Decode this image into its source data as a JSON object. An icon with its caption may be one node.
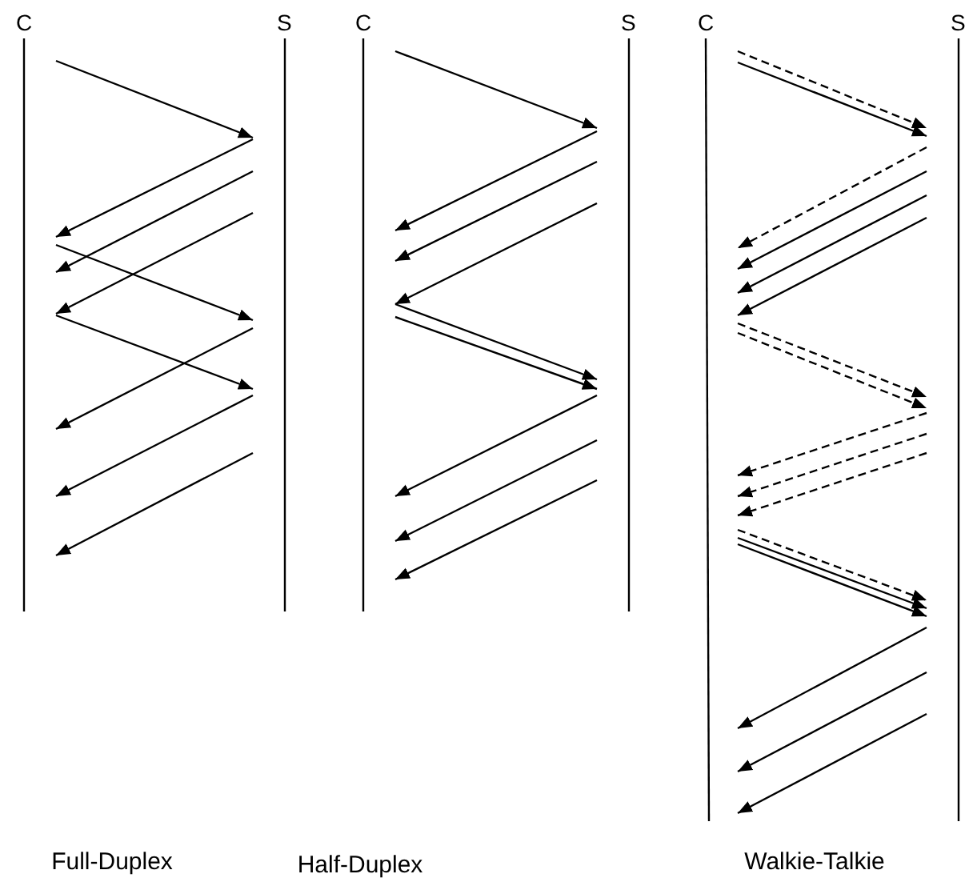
{
  "diagram": {
    "nodes": [
      {
        "text": [
          "C"
        ]
      },
      {
        "text": [
          "S"
        ]
      },
      {
        "text": [
          "C"
        ]
      },
      {
        "text": [
          "S"
        ]
      },
      {
        "text": [
          "C"
        ]
      },
      {
        "text": [
          "S"
        ]
      }
    ],
    "edges": [
      {
        "from": 0,
        "to": 1,
        "arrow": "to"
      },
      {
        "from": 1,
        "to": 0,
        "arrow": "to"
      },
      {
        "from": 1,
        "to": 0,
        "arrow": "to"
      },
      {
        "from": 1,
        "to": 0,
        "arrow": "to"
      },
      {
        "from": 0,
        "to": 1,
        "arrow": "to"
      },
      {
        "from": 0,
        "to": 1,
        "arrow": "to"
      },
      {
        "from": 1,
        "to": 0,
        "arrow": "to"
      },
      {
        "from": 1,
        "to": 0,
        "arrow": "to"
      },
      {
        "from": 1,
        "to": 0,
        "arrow": "to"
      },
      {
        "from": 2,
        "to": 3,
        "arrow": "to"
      },
      {
        "from": 3,
        "to": 2,
        "arrow": "to"
      },
      {
        "from": 3,
        "to": 2,
        "arrow": "to"
      },
      {
        "from": 3,
        "to": 2,
        "arrow": "to"
      },
      {
        "from": 2,
        "to": 3,
        "arrow": "to"
      },
      {
        "from": 2,
        "to": 3,
        "arrow": "to"
      },
      {
        "from": 3,
        "to": 2,
        "arrow": "to"
      },
      {
        "from": 3,
        "to": 2,
        "arrow": "to"
      },
      {
        "from": 3,
        "to": 2,
        "arrow": "to"
      },
      {
        "from": 4,
        "to": 5,
        "arrow": "to",
        "style": "dashed"
      },
      {
        "from": 4,
        "to": 5,
        "arrow": "to"
      },
      {
        "from": 5,
        "to": 4,
        "arrow": "to",
        "style": "dashed"
      },
      {
        "from": 5,
        "to": 4,
        "arrow": "to"
      },
      {
        "from": 5,
        "to": 4,
        "arrow": "to"
      },
      {
        "from": 5,
        "to": 4,
        "arrow": "to"
      },
      {
        "from": 4,
        "to": 5,
        "arrow": "to",
        "style": "dashed"
      },
      {
        "from": 4,
        "to": 5,
        "arrow": "to",
        "style": "dashed"
      },
      {
        "from": 5,
        "to": 4,
        "arrow": "to",
        "style": "dashed"
      },
      {
        "from": 5,
        "to": 4,
        "arrow": "to",
        "style": "dashed"
      },
      {
        "from": 5,
        "to": 4,
        "arrow": "to",
        "style": "dashed"
      },
      {
        "from": 4,
        "to": 5,
        "arrow": "to",
        "style": "dashed"
      },
      {
        "from": 4,
        "to": 5,
        "arrow": "to"
      },
      {
        "from": 4,
        "to": 5,
        "arrow": "to"
      },
      {
        "from": 5,
        "to": 4,
        "arrow": "to"
      },
      {
        "from": 5,
        "to": 4,
        "arrow": "to"
      },
      {
        "from": 5,
        "to": 4,
        "arrow": "to"
      }
    ],
    "labels": [
      "Full-Duplex",
      "Half-Duplex",
      "Walkie-Talkie"
    ]
  }
}
